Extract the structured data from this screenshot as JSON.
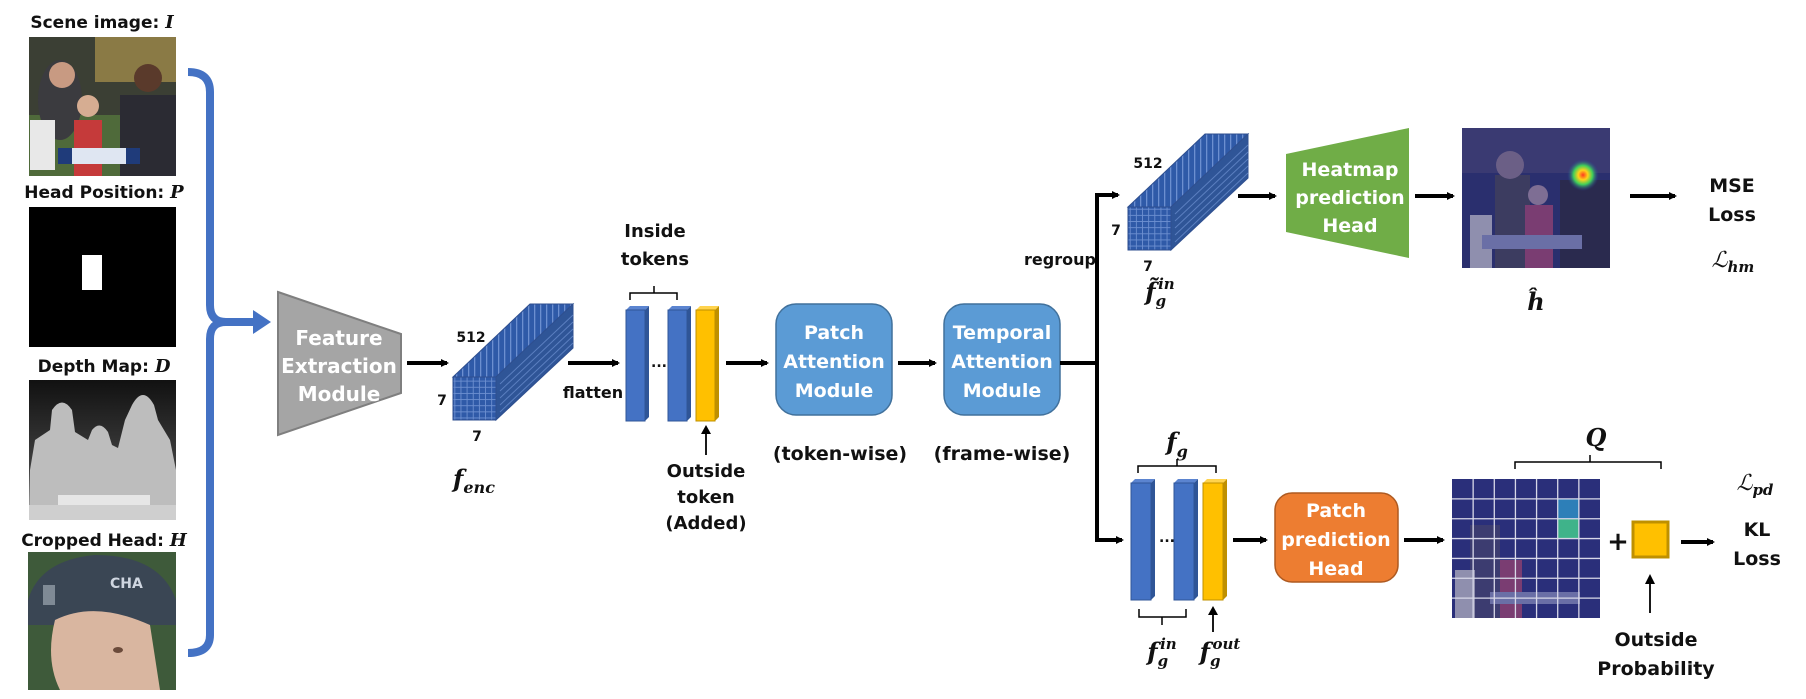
{
  "inputs": {
    "scene_label": "Scene image: ",
    "scene_symbol": "I",
    "head_position_label": "Head Position: ",
    "head_position_symbol": "P",
    "depth_label": "Depth Map: ",
    "depth_symbol": "D",
    "cropped_head_label": "Cropped Head: ",
    "cropped_head_symbol": "H"
  },
  "feature_extraction": {
    "line1": "Feature",
    "line2": "Extraction",
    "line3": "Module"
  },
  "encoder_tensor": {
    "channels": "512",
    "height": "7",
    "width": "7",
    "symbol_base": "f",
    "symbol_sub": "enc"
  },
  "flatten_label": "flatten",
  "tokens": {
    "inside_line1": "Inside",
    "inside_line2": "tokens",
    "ellipsis": "...",
    "outside_line1": "Outside",
    "outside_line2": "token",
    "outside_line3": "(Added)"
  },
  "patch_attention": {
    "line1": "Patch",
    "line2": "Attention",
    "line3": "Module",
    "note": "(token-wise)"
  },
  "temporal_attention": {
    "line1": "Temporal",
    "line2": "Attention",
    "line3": "Module",
    "note": "(frame-wise)"
  },
  "regroup_label": "regroup",
  "heatmap_branch": {
    "tensor_channels": "512",
    "tensor_height": "7",
    "tensor_width": "7",
    "tensor_symbol_base": "f̃",
    "tensor_symbol_sub": "g",
    "tensor_symbol_sup": "in",
    "head_line1": "Heatmap",
    "head_line2": "prediction",
    "head_line3": "Head",
    "output_symbol": "ĥ",
    "loss_line1": "MSE",
    "loss_line2": "Loss",
    "loss_symbol": "ℒ",
    "loss_sub": "hm"
  },
  "patch_branch": {
    "fg_base": "f",
    "fg_sub": "g",
    "fin_base": "f",
    "fin_sub": "g",
    "fin_sup": "in",
    "fout_base": "f",
    "fout_sub": "g",
    "fout_sup": "out",
    "ellipsis": "...",
    "head_line1": "Patch",
    "head_line2": "prediction",
    "head_line3": "Head",
    "q_symbol": "Q",
    "plus": "+",
    "outside_prob_line1": "Outside",
    "outside_prob_line2": "Probability",
    "loss_line1": "KL",
    "loss_line2": "Loss",
    "loss_symbol": "ℒ",
    "loss_sub": "pd",
    "grid_size": 7,
    "highlight_cell": {
      "row": 2,
      "col": 5
    },
    "secondary_cell": {
      "row": 1,
      "col": 5
    }
  },
  "colors": {
    "brace_blue": "#4472c4",
    "token_blue": "#4472c4",
    "token_blue_dark": "#2f5597",
    "token_yellow": "#ffc000",
    "token_yellow_dark": "#bf9000",
    "module_blue": "#5b9bd5",
    "module_blue_border": "#41719c",
    "feature_gray": "#a5a5a5",
    "feature_gray_border": "#7f7f7f",
    "heatmap_green": "#70ad47",
    "patch_orange": "#ed7d31",
    "patch_orange_border": "#ae5a21"
  }
}
